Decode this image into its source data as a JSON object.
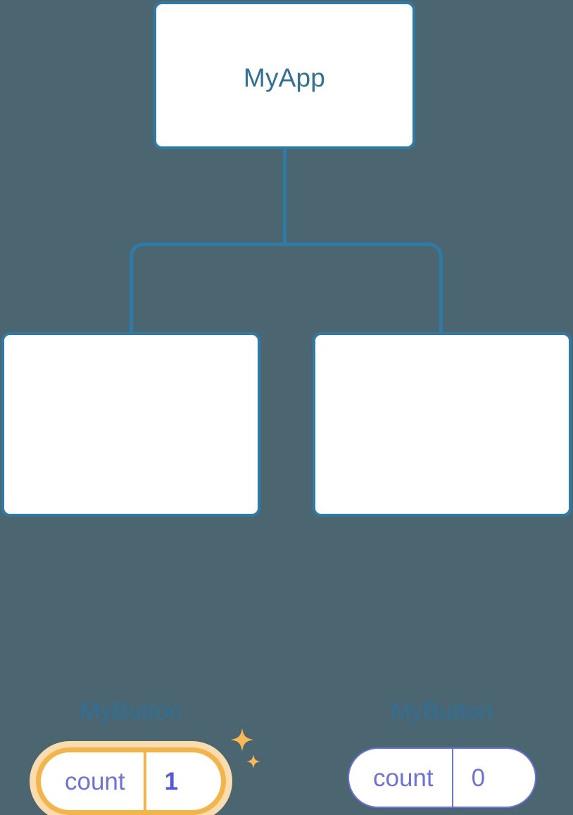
{
  "diagram": {
    "type": "component-tree",
    "background_color": "#4b6670",
    "connector_color": "#2f7ba8",
    "node_border_color": "#2f7ba8",
    "node_fill_color": "#ffffff",
    "title_text_color": "#2f7097",
    "state_text_color": "#6b71e0",
    "highlight_color": "#f5b44a",
    "highlight_glow_color": "#fbdcaf",
    "highlight_value_color": "#5157e6"
  },
  "root": {
    "label": "MyApp"
  },
  "children": [
    {
      "label": "MyButton",
      "state": {
        "key": "count",
        "value": "1"
      },
      "highlighted": true,
      "sparkle_icons": [
        "sparkle-large-icon",
        "sparkle-small-icon"
      ]
    },
    {
      "label": "MyButton",
      "state": {
        "key": "count",
        "value": "0"
      },
      "highlighted": false
    }
  ]
}
